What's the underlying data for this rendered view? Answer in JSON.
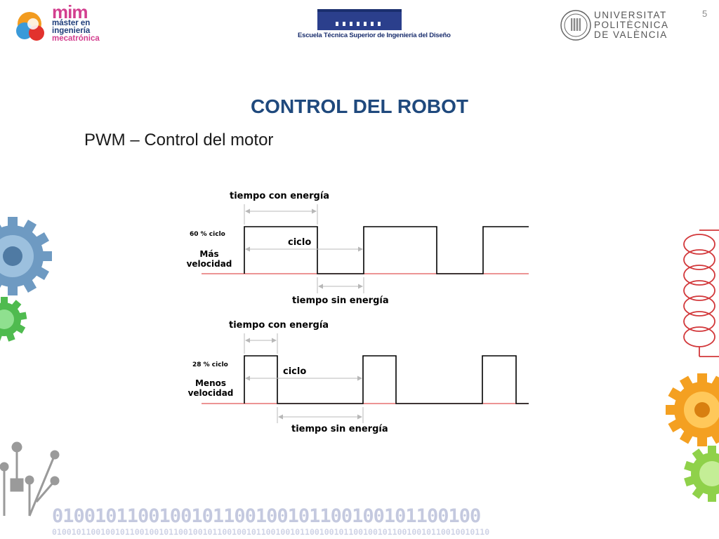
{
  "header": {
    "slide_number": "5",
    "logo_mim": {
      "big": "mim",
      "line1": "máster en",
      "line2": "ingeniería",
      "line3": "mecatrónica"
    },
    "logo_etsid": {
      "text": "Escuela Técnica Superior de Ingeniería del Diseño"
    },
    "logo_upv": {
      "line1": "UNIVERSITAT",
      "line2": "POLITÈCNICA",
      "line3": "DE VALÈNCIA"
    }
  },
  "title": "CONTROL DEL ROBOT",
  "subtitle": "PWM – Control del motor",
  "diagram": {
    "top": {
      "label_on": "tiempo con energía",
      "label_cycle": "ciclo",
      "label_off": "tiempo sin energía",
      "duty_label": "60 % ciclo",
      "speed_line1": "Más",
      "speed_line2": "velocidad"
    },
    "bottom": {
      "label_on": "tiempo con energía",
      "label_cycle": "ciclo",
      "label_off": "tiempo sin energía",
      "duty_label": "28 % ciclo",
      "speed_line1": "Menos",
      "speed_line2": "velocidad"
    }
  },
  "footer": {
    "binary_large": "0100101100100101100100101100100101100100",
    "binary_small": "010010110010010110010010110010010110010010110010010110010010110010010110010010110010010110"
  },
  "colors": {
    "title": "#1f497d",
    "baseline": "#e05555",
    "arrow": "#b8b8b8",
    "coil": "#d2373a",
    "gear_blue": "#6e9ac2",
    "gear_green": "#4fbb4f",
    "gear_orange": "#f4a021",
    "gear_lime": "#8fd14a"
  }
}
